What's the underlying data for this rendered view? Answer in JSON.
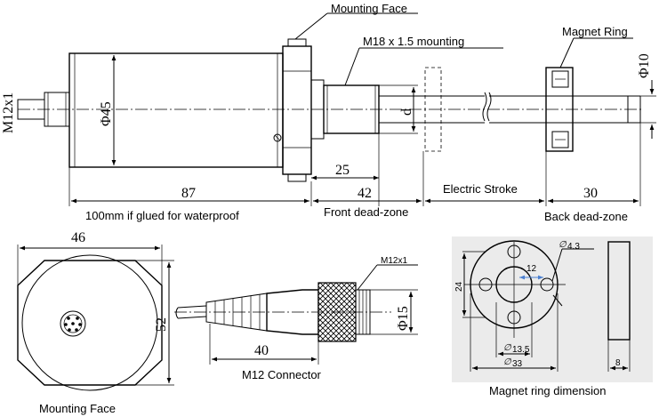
{
  "labels": {
    "mounting_face_top": "Mounting Face",
    "m18_mounting": "M18 x 1.5 mounting",
    "magnet_ring_top": "Magnet Ring",
    "electric_stroke": "Electric Stroke",
    "glued_note": "100mm if glued for waterproof",
    "front_dead_zone": "Front dead-zone",
    "back_dead_zone": "Back dead-zone",
    "mounting_face_bottom": "Mounting Face",
    "m12_connector": "M12 Connector",
    "magnet_ring_dimension": "Magnet ring dimension"
  },
  "dimensions": {
    "m12x1_left": "M12x1",
    "phi45": "Φ45",
    "d": "d",
    "phi10": "Φ10",
    "d25": "25",
    "d87": "87",
    "d42": "42",
    "d30": "30",
    "d46": "46",
    "d52": "52",
    "m12x1_connector": "M12x1",
    "phi15": "Φ15",
    "d40": "40",
    "ring_43": "4.3",
    "ring_12": "12",
    "ring_24": "24",
    "ring_135": "13.5",
    "ring_33": "33",
    "ring_8": "8"
  },
  "colors": {
    "line": "#000000",
    "panel_bg": "#ebebeb",
    "accent_arrow": "#4a7fd0"
  }
}
